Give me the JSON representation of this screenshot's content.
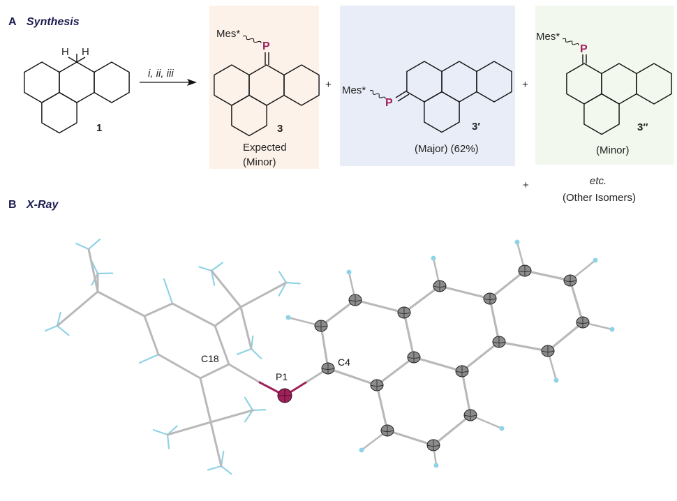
{
  "section_a": {
    "letter": "A",
    "title": "Synthesis"
  },
  "section_b": {
    "letter": "B",
    "title": "X-Ray"
  },
  "reaction": {
    "start_label": "1",
    "h_left": "H",
    "h_right": "H",
    "conditions": "i, ii, iii",
    "plus": "+"
  },
  "products": [
    {
      "label": "3",
      "substituent": "Mes*",
      "atom": "P",
      "note1": "Expected",
      "note2": "(Minor)",
      "bg": "#fdf2ea"
    },
    {
      "label": "3′",
      "substituent": "Mes*",
      "atom": "P",
      "note1": "(Major) (62%)",
      "bg": "#e9edf7"
    },
    {
      "label": "3″",
      "substituent": "Mes*",
      "atom": "P",
      "note1": "(Minor)",
      "bg": "#f3f8ee"
    }
  ],
  "others": {
    "plus": "+",
    "etc": "etc.",
    "text": "(Other Isomers)"
  },
  "xray": {
    "labels": {
      "c18": "C18",
      "p1": "P1",
      "c4": "C4"
    }
  },
  "colors": {
    "phosphorus": "#a0215a",
    "carbon": "#8c8c8c",
    "hydrogen": "#8fd3e6",
    "bond": "#b9b9b9",
    "line": "#111111"
  }
}
